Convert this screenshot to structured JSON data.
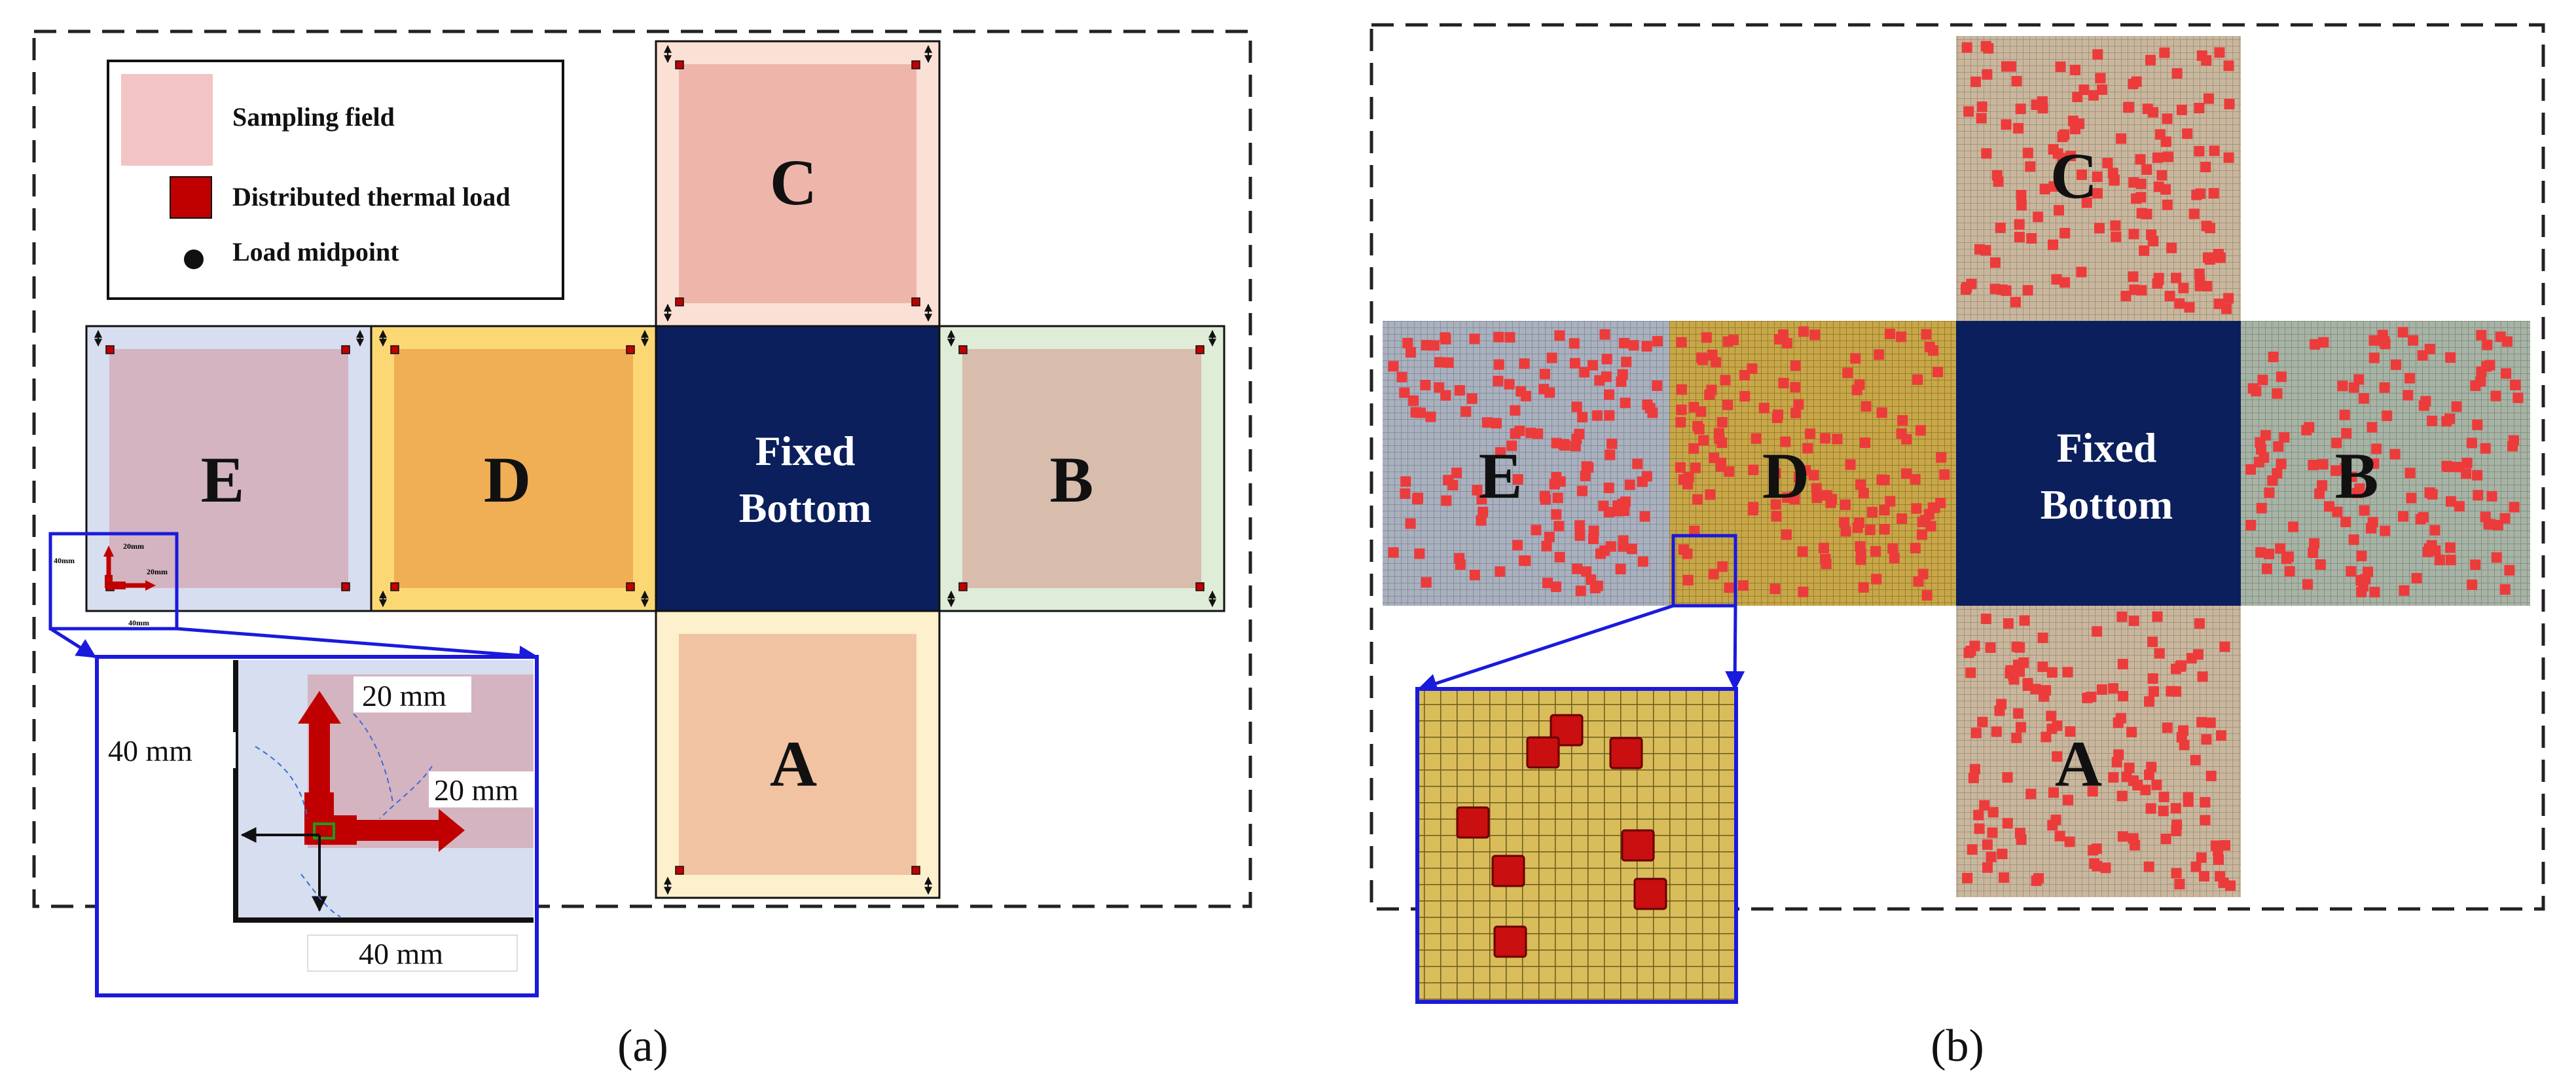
{
  "panel_a": {
    "label": "(a)",
    "legend": {
      "sampling_field": "Sampling field",
      "thermal_load": "Distributed thermal load",
      "load_midpoint": "Load midpoint"
    },
    "faces": {
      "A": "A",
      "B": "B",
      "C": "C",
      "D": "D",
      "E": "E"
    },
    "fixed_line1": "Fixed",
    "fixed_line2": "Bottom",
    "zoom_dims": {
      "top": "20 mm",
      "right": "20 mm",
      "left": "40 mm",
      "bottom": "40 mm"
    },
    "small_dims": {
      "top": "20mm",
      "right": "20mm",
      "left": "40mm",
      "bottom": "40mm"
    }
  },
  "panel_b": {
    "label": "(b)",
    "faces": {
      "A": "A",
      "B": "B",
      "C": "C",
      "D": "D",
      "E": "E"
    },
    "fixed_line1": "Fixed",
    "fixed_line2": "Bottom"
  },
  "colors": {
    "navy": "#0b1f5c",
    "load_red": "#c00000",
    "zoom_blue": "#1a1adc",
    "sampling_pink": "#f2c4c4"
  }
}
